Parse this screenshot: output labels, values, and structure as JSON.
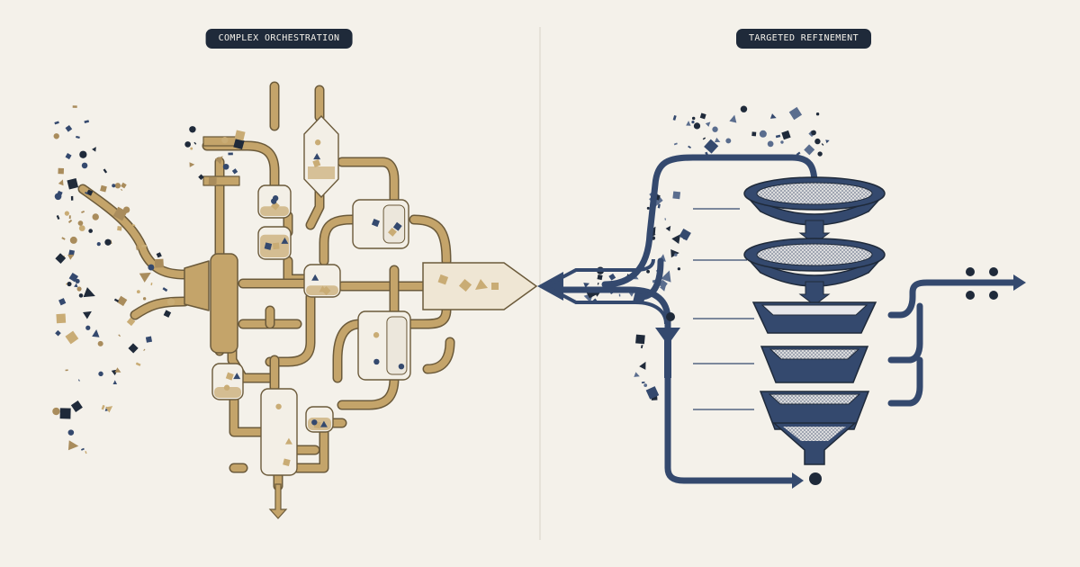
{
  "labels": {
    "left": "COMPLEX ORCHESTRATION",
    "right": "TARGETED REFINEMENT"
  },
  "colors": {
    "background": "#f4f1ea",
    "gold_pipe": "#c4a46a",
    "gold_outline": "#6b5a3a",
    "navy": "#34496e",
    "navy_dark": "#1f2a3a",
    "tan_fragment": "#c9ac75",
    "divider": "#d8d3c8"
  },
  "icons": [
    "fragment-particles",
    "pipe-network",
    "glass-vessel",
    "sieve-funnel",
    "output-arrow"
  ]
}
